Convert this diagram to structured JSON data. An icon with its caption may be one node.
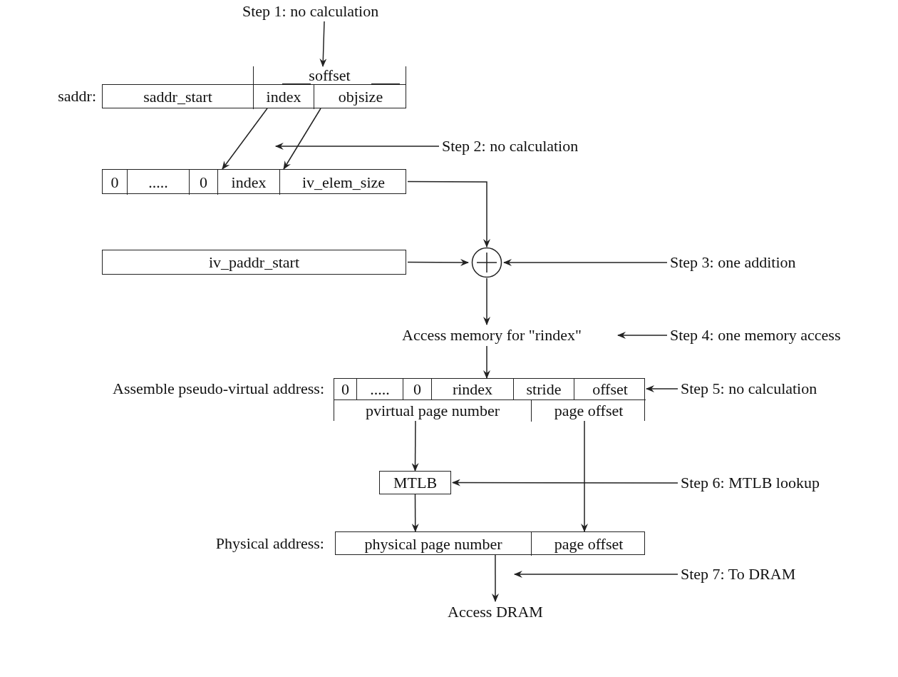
{
  "diagram": {
    "nodes": [
      {
        "text": [
          "Step 1: no calculation"
        ]
      },
      {
        "text": [
          "soffset"
        ]
      },
      {
        "text": [],
        "shape": "box",
        "beside": [
          "saddr:"
        ]
      },
      {
        "text": [
          "saddr_start"
        ],
        "in": 2
      },
      {
        "text": [
          "index"
        ],
        "in": 2
      },
      {
        "text": [
          "objsize"
        ],
        "in": 2
      },
      {
        "text": [
          "Step 2: no calculation"
        ]
      },
      {
        "text": [],
        "shape": "box"
      },
      {
        "text": [
          "0"
        ],
        "in": 7
      },
      {
        "text": [
          "....."
        ],
        "in": 7
      },
      {
        "text": [
          "0"
        ],
        "in": 7
      },
      {
        "text": [
          "index"
        ],
        "in": 7
      },
      {
        "text": [
          "iv_elem_size"
        ],
        "in": 7
      },
      {
        "text": [
          "iv_paddr_start"
        ]
      },
      {
        "text": [],
        "shape": "circle"
      },
      {
        "text": [
          "Step 3: one addition"
        ]
      },
      {
        "text": [
          "Access memory for \"rindex\""
        ]
      },
      {
        "text": [
          "Step 4: one memory access"
        ]
      },
      {
        "text": [],
        "shape": "box",
        "beside": [
          "Assemble pseudo-virtual address:"
        ]
      },
      {
        "text": [
          "0"
        ],
        "in": 18
      },
      {
        "text": [
          "....."
        ],
        "in": 18
      },
      {
        "text": [
          "0"
        ],
        "in": 18
      },
      {
        "text": [
          "rindex"
        ],
        "in": 18
      },
      {
        "text": [
          "stride"
        ],
        "in": 18
      },
      {
        "text": [
          "offset"
        ],
        "in": 18
      },
      {
        "text": [
          "pvirtual page number"
        ],
        "in": 18
      },
      {
        "text": [
          "page offset"
        ],
        "in": 18
      },
      {
        "text": [
          "Step 5: no calculation"
        ]
      },
      {
        "text": [
          "MTLB"
        ]
      },
      {
        "text": [
          "Step 6: MTLB lookup"
        ]
      },
      {
        "text": [],
        "shape": "box",
        "beside": [
          "Physical address:"
        ]
      },
      {
        "text": [
          "physical page number"
        ],
        "in": 30
      },
      {
        "text": [
          "page offset"
        ],
        "in": 30
      },
      {
        "text": [
          "Step 7: To DRAM"
        ]
      },
      {
        "text": [
          "Access DRAM"
        ]
      }
    ],
    "edges": [
      {
        "from": 0,
        "to": 1,
        "arrow": "to"
      },
      {
        "from": 4,
        "to": 11,
        "arrow": "to"
      },
      {
        "from": 5,
        "to": 12,
        "arrow": "to"
      },
      {
        "from": 6,
        "to": 7,
        "arrow": "to"
      },
      {
        "from": 12,
        "to": 14,
        "arrow": "to"
      },
      {
        "from": 13,
        "to": 14,
        "arrow": "to"
      },
      {
        "from": 15,
        "to": 14,
        "arrow": "to"
      },
      {
        "from": 14,
        "to": 16,
        "arrow": "to"
      },
      {
        "from": 17,
        "to": 16,
        "arrow": "to"
      },
      {
        "from": 16,
        "to": 22,
        "arrow": "to"
      },
      {
        "from": 27,
        "to": 24,
        "arrow": "to"
      },
      {
        "from": 25,
        "to": 28,
        "arrow": "to"
      },
      {
        "from": 26,
        "to": 32,
        "arrow": "to"
      },
      {
        "from": 29,
        "to": 28,
        "arrow": "to"
      },
      {
        "from": 28,
        "to": 31,
        "arrow": "to"
      },
      {
        "from": 31,
        "to": 34,
        "arrow": "to"
      },
      {
        "from": 33,
        "to": 31,
        "arrow": "to"
      }
    ]
  }
}
